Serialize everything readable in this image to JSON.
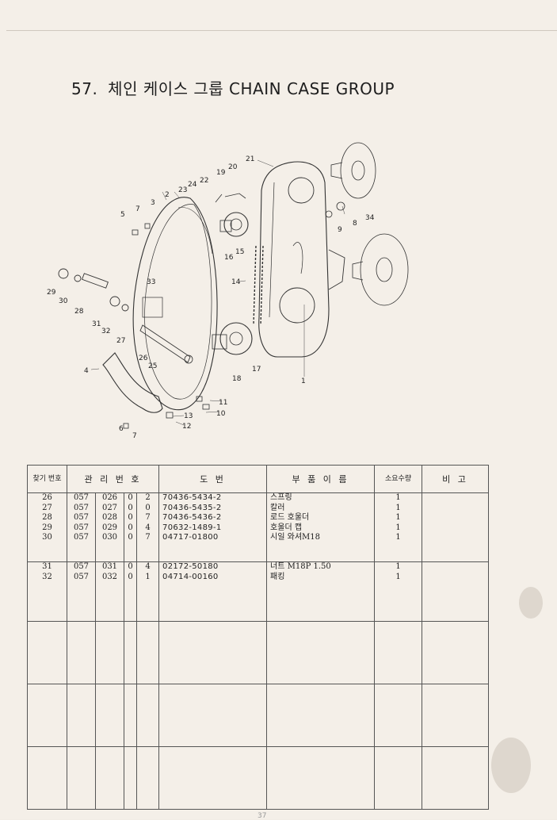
{
  "title": {
    "number": "57.",
    "korean": "체인 케이스 그룹",
    "english": "CHAIN CASE GROUP"
  },
  "diagram": {
    "callouts": [
      "1",
      "2",
      "3",
      "4",
      "5",
      "6",
      "7",
      "7",
      "8",
      "9",
      "10",
      "11",
      "12",
      "13",
      "14",
      "15",
      "16",
      "17",
      "18",
      "19",
      "20",
      "21",
      "22",
      "23",
      "24",
      "25",
      "26",
      "27",
      "28",
      "29",
      "30",
      "31",
      "32",
      "33",
      "34"
    ]
  },
  "table": {
    "headers": {
      "find_no": "찾기 번호",
      "mgmt_no": "관 리 번 호",
      "drawing_no": "도 번",
      "part_name": "부 품 이 름",
      "qty": "소요수량",
      "remarks": "비 고"
    },
    "group1": {
      "find": [
        "26",
        "27",
        "28",
        "29",
        "30"
      ],
      "m1": [
        "057",
        "057",
        "057",
        "057",
        "057"
      ],
      "m2": [
        "026",
        "027",
        "028",
        "029",
        "030"
      ],
      "m3": [
        "0",
        "0",
        "0",
        "0",
        "0"
      ],
      "m4": [
        "2",
        "0",
        "7",
        "4",
        "7"
      ],
      "drawing": [
        "70436-5434-2",
        "70436-5435-2",
        "70436-5436-2",
        "70632-1489-1",
        "04717-01800"
      ],
      "name": [
        "스프링",
        "칼러",
        "로드 호울더",
        "호울더 캡",
        "시일 와셔M18"
      ],
      "qty": [
        "1",
        "1",
        "1",
        "1",
        "1"
      ]
    },
    "group2": {
      "find": [
        "31",
        "32"
      ],
      "m1": [
        "057",
        "057"
      ],
      "m2": [
        "031",
        "032"
      ],
      "m3": [
        "0",
        "0"
      ],
      "m4": [
        "4",
        "1"
      ],
      "drawing": [
        "02172-50180",
        "04714-00160"
      ],
      "name": [
        "너트 M18P 1.50",
        "패킹"
      ],
      "qty": [
        "1",
        "1"
      ]
    }
  },
  "footer": "37"
}
